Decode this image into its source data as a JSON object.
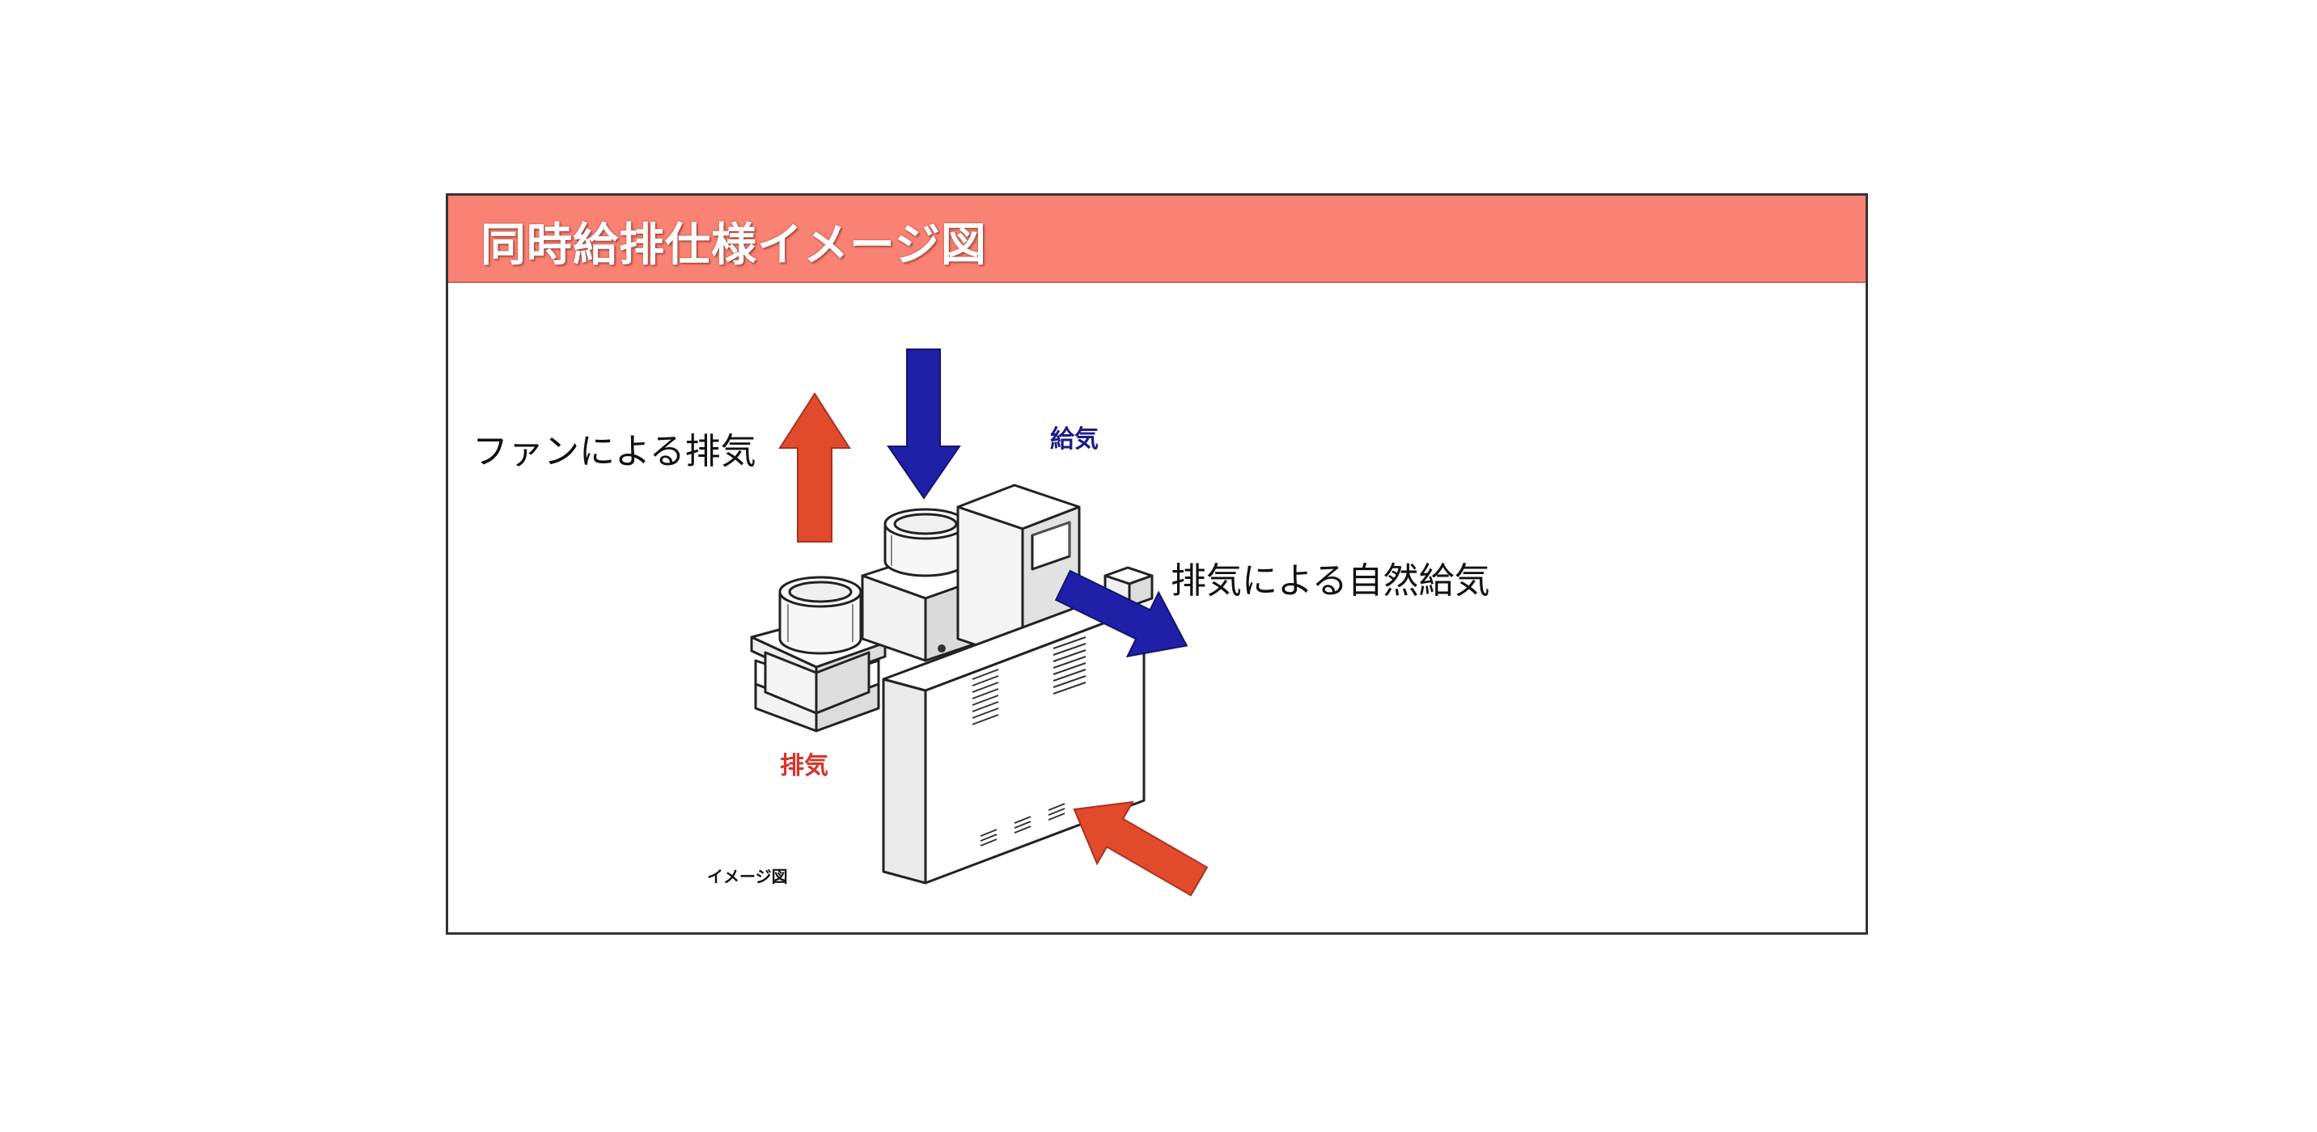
{
  "header": {
    "title": "同時給排仕様イメージ図"
  },
  "labels": {
    "fan_exhaust": "ファンによる排気",
    "supply": "給気",
    "natural_supply": "排気による自然給気",
    "exhaust": "排気",
    "image_caption": "イメージ図"
  },
  "colors": {
    "header_bg": "#fa8274",
    "arrow_red": "#e24a2c",
    "arrow_blue": "#1f1fa8"
  }
}
